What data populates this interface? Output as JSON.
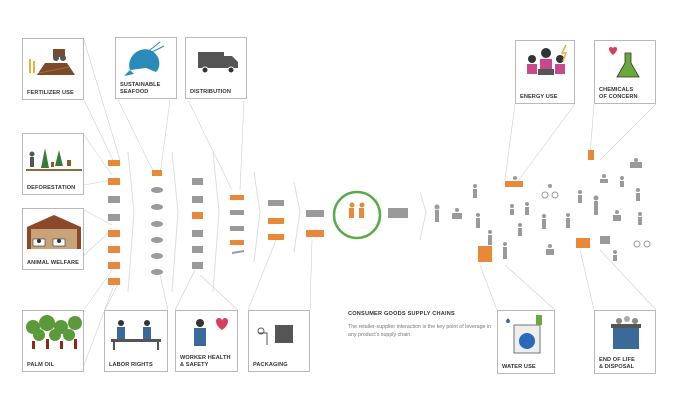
{
  "cards": {
    "fertilizer": "FERTILIZER USE",
    "seafood": "SUSTAINABLE\nSEAFOOD",
    "distribution": "DISTRIBUTION",
    "deforestation": "DEFORESTATION",
    "animal_welfare": "ANIMAL WELFARE",
    "palm_oil": "PALM OIL",
    "labor_rights": "LABOR RIGHTS",
    "worker_health": "WORKER HEALTH\n& SAFETY",
    "packaging": "PACKAGING",
    "energy_use": "ENERGY USE",
    "chemicals": "CHEMICALS\nOF CONCERN",
    "water_use": "WATER USE",
    "end_of_life": "END OF LIFE\n& DISPOSAL"
  },
  "info": {
    "title": "CONSUMER GOODS SUPPLY CHAINS",
    "description": "The retailer-supplier interaction is the key point of leverage in any product's supply chain."
  },
  "colors": {
    "accent_orange": "#e8893a",
    "highlight_green": "#5aaa4a",
    "icon_gray": "#8a8a8a",
    "border": "#b9b9b9"
  }
}
